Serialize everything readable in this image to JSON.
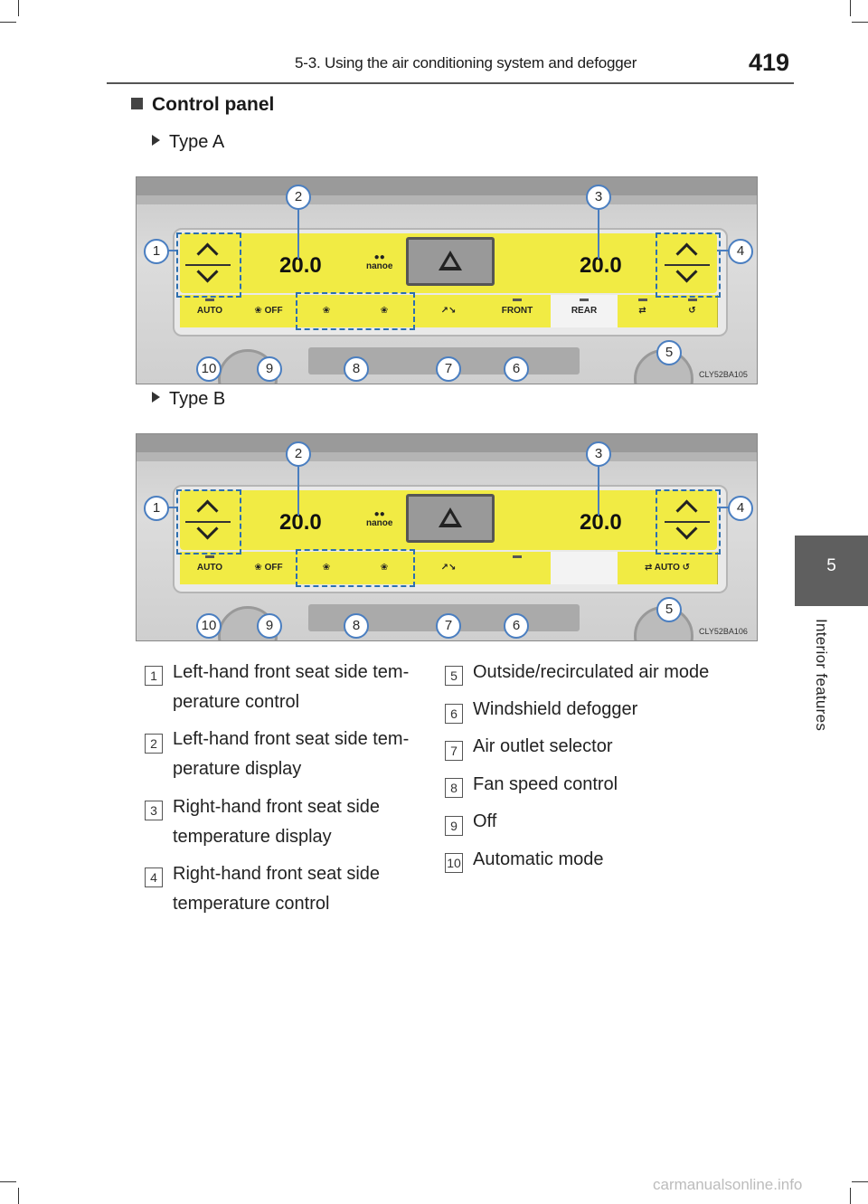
{
  "header": {
    "section": "5-3. Using the air conditioning system and defogger",
    "page_number": "419"
  },
  "side_tab": {
    "chapter_number": "5",
    "chapter_label": "Interior features"
  },
  "section_title": "Control panel",
  "figures": [
    {
      "type_label": "Type A",
      "temp_left": "20.0",
      "temp_right": "20.0",
      "nano_label": "nanoe",
      "buttons": [
        "AUTO",
        "❀ OFF",
        "❀",
        "❀",
        "↗↘",
        "FRONT",
        "REAR",
        "⇄",
        "↺"
      ],
      "figure_code": "CLY52BA105"
    },
    {
      "type_label": "Type B",
      "temp_left": "20.0",
      "temp_right": "20.0",
      "nano_label": "nanoe",
      "buttons": [
        "AUTO",
        "❀ OFF",
        "❀",
        "❀",
        "↗↘",
        "",
        "",
        "⇄ AUTO ↺"
      ],
      "figure_code": "CLY52BA106"
    }
  ],
  "callout_numbers": [
    "1",
    "2",
    "3",
    "4",
    "5",
    "6",
    "7",
    "8",
    "9",
    "10"
  ],
  "legend": {
    "left": [
      {
        "num": "1",
        "text": "Left-hand front seat side tem-\nperature control"
      },
      {
        "num": "2",
        "text": "Left-hand front seat side tem-\nperature display"
      },
      {
        "num": "3",
        "text": "Right-hand front seat side\ntemperature display"
      },
      {
        "num": "4",
        "text": "Right-hand front seat side\ntemperature control"
      }
    ],
    "right": [
      {
        "num": "5",
        "text": "Outside/recirculated air mode"
      },
      {
        "num": "6",
        "text": "Windshield defogger"
      },
      {
        "num": "7",
        "text": "Air outlet selector"
      },
      {
        "num": "8",
        "text": "Fan speed control"
      },
      {
        "num": "9",
        "text": "Off"
      },
      {
        "num": "10",
        "text": "Automatic mode"
      }
    ]
  },
  "watermark": "carmanualsonline.info",
  "colors": {
    "display_yellow": "#f1eb44",
    "callout_blue": "#4a7ec0",
    "tab_gray": "#5f5f5f"
  }
}
